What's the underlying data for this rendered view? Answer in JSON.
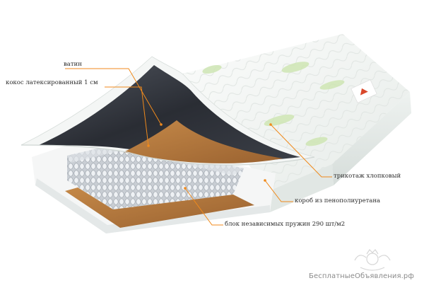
{
  "labels": {
    "vatin": "ватин",
    "coconut": "кокос латексированный 1 см",
    "jersey": "трикотаж хлопковый",
    "foam_box": "короб из пенополиуретана",
    "springs": "блок независимых пружин 290 шт/м2"
  },
  "watermark": "БесплатныеОбъявления.рф",
  "colors": {
    "leader_line": "#f08a1c",
    "cover": "#f2f4f3",
    "coconut": "#b0743c",
    "felt": "#2c2f36",
    "foam": "#f7f7f7",
    "spring": "#d9dde2"
  }
}
